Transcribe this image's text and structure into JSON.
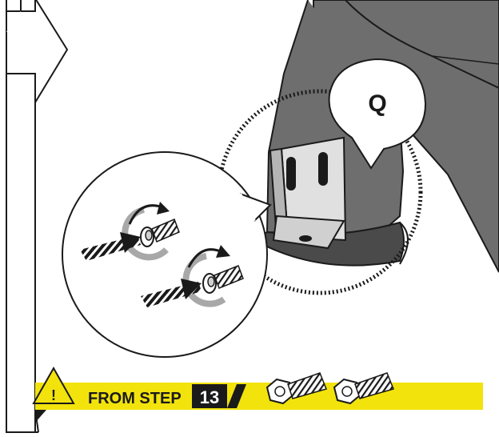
{
  "callout": {
    "letter": "Q"
  },
  "banner": {
    "warning_symbol": "!",
    "text": "FROM STEP",
    "step_number": "13",
    "color": "#f2e30c"
  },
  "parts": {
    "bolt_icon": "hex-bolt-icon",
    "count": 2
  },
  "colors": {
    "housing": "#6e6e6e",
    "bracket": "#e0e0e0",
    "outline": "#1a1a1a",
    "arrow_rotation": "#a8a8a8"
  }
}
